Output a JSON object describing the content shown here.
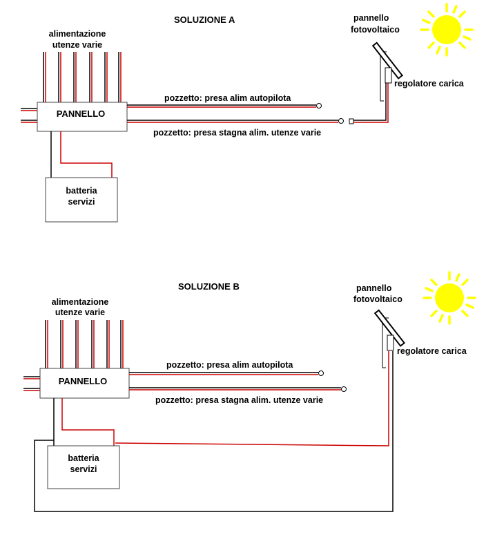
{
  "solution_a": {
    "title": "SOLUZIONE A",
    "supply_label": [
      "alimentazione",
      "utenze varie"
    ],
    "panel_label": "PANNELLO",
    "battery_label": [
      "batteria",
      "servizi"
    ],
    "outlet_autopilot": "pozzetto: presa alim autopilota",
    "outlet_waterproof": "pozzetto: presa stagna alim. utenze varie",
    "pv_label": [
      "pannello",
      "fotovoltaico"
    ],
    "regulator_label": "regolatore carica"
  },
  "solution_b": {
    "title": "SOLUZIONE B",
    "supply_label": [
      "alimentazione",
      "utenze varie"
    ],
    "panel_label": "PANNELLO",
    "battery_label": [
      "batteria",
      "servizi"
    ],
    "outlet_autopilot": "pozzetto: presa alim autopilota",
    "outlet_waterproof": "pozzetto: presa stagna alim. utenze varie",
    "pv_label": [
      "pannello",
      "fotovoltaico"
    ],
    "regulator_label": "regolatore carica"
  },
  "colors": {
    "wire_red": "#cc0000",
    "wire_black": "#000000",
    "sun": "#ffff00"
  }
}
